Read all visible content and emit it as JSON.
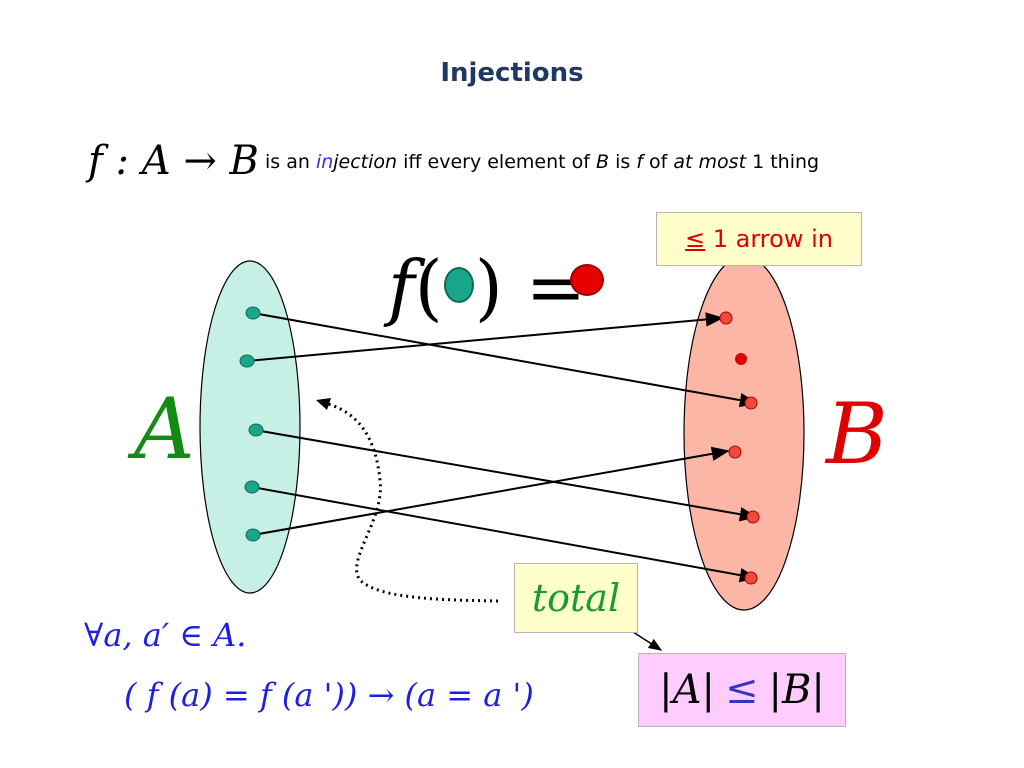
{
  "title": "Injections",
  "definition": {
    "math": "f : A → B",
    "text_1": " is an ",
    "in_part": "in",
    "jection_part": "jection",
    "text_2": " iff every element of ",
    "B": "B",
    "text_3": " is ",
    "f": "f",
    "text_4": "  of ",
    "at_most": "at most",
    "text_5": " 1 thing"
  },
  "box_arrow_in": {
    "symbol": "≤",
    "text": " 1 arrow in"
  },
  "box_total": "total",
  "box_card": {
    "left": "|A|",
    "le": "≤",
    "right": "|B|"
  },
  "set_a_label": "A",
  "set_b_label": "B",
  "f_expr": {
    "f": "f",
    "open": "(",
    "close": ")",
    "eq": " = "
  },
  "formula_1": "∀a, a′ ∈ A.",
  "formula_2": "( f (a) = f (a ')) → (a = a ')",
  "colors": {
    "title": "#1f3864",
    "set_a_fill": "#c6f0e6",
    "set_b_fill": "#fcb6a6",
    "dot_a": "#1aa68a",
    "dot_b": "#f04a3a",
    "label_a": "#138a13",
    "label_b": "#e00000",
    "formula": "#1f1fe0"
  },
  "icons": [
    "domain-dot-icon",
    "codomain-dot-icon",
    "arrow-icon"
  ]
}
